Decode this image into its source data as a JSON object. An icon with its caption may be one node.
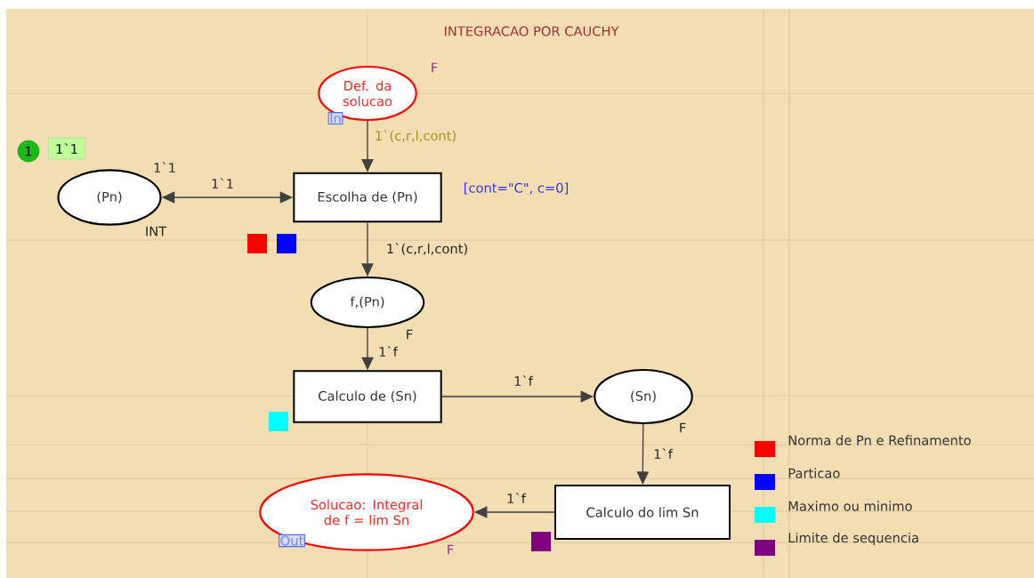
{
  "diagram": {
    "title": "INTEGRACAO POR CAUCHY",
    "nodes": [
      {
        "text": [
          "Def. da solucao"
        ],
        "beside": [
          "In",
          "F"
        ]
      },
      {
        "text": [
          "1"
        ]
      },
      {
        "text": [
          "1`1"
        ]
      },
      {
        "text": [
          "(Pn)"
        ],
        "beside": [
          "1`1",
          "INT"
        ]
      },
      {
        "text": [
          "Escolha de (Pn)"
        ],
        "beside": [
          "[cont=\"C\", c=0]"
        ]
      },
      {
        "text": [
          "f,(Pn)"
        ],
        "beside": [
          "F"
        ]
      },
      {
        "text": [
          "Calculo de (Sn)"
        ]
      },
      {
        "text": [
          "(Sn)"
        ],
        "beside": [
          "F"
        ]
      },
      {
        "text": [
          "Calculo do lim Sn"
        ]
      },
      {
        "text": [
          "Solucao: Integral de f = lim Sn"
        ],
        "beside": [
          "Out",
          "F"
        ]
      }
    ],
    "edges": [
      {
        "from": 0,
        "to": 4,
        "arrow": "to",
        "label": "1`(c,r,l,cont)"
      },
      {
        "from": 4,
        "to": 3,
        "arrow": "both",
        "label": "1`1"
      },
      {
        "from": 4,
        "to": 5,
        "arrow": "to",
        "label": "1`(c,r,l,cont)"
      },
      {
        "from": 5,
        "to": 6,
        "arrow": "to",
        "label": "1`f"
      },
      {
        "from": 6,
        "to": 7,
        "arrow": "to",
        "label": "1`f"
      },
      {
        "from": 7,
        "to": 8,
        "arrow": "to",
        "label": "1`f"
      },
      {
        "from": 8,
        "to": 9,
        "arrow": "to",
        "label": "1`f"
      }
    ],
    "legend": [
      {
        "text": "Norma de Pn e Refinamento",
        "color": "#ff0000"
      },
      {
        "text": "Particao",
        "color": "#0000ff"
      },
      {
        "text": "Maximo ou minimo",
        "color": "#00ffff"
      },
      {
        "text": "Limite de sequencia",
        "color": "#800080"
      }
    ]
  }
}
